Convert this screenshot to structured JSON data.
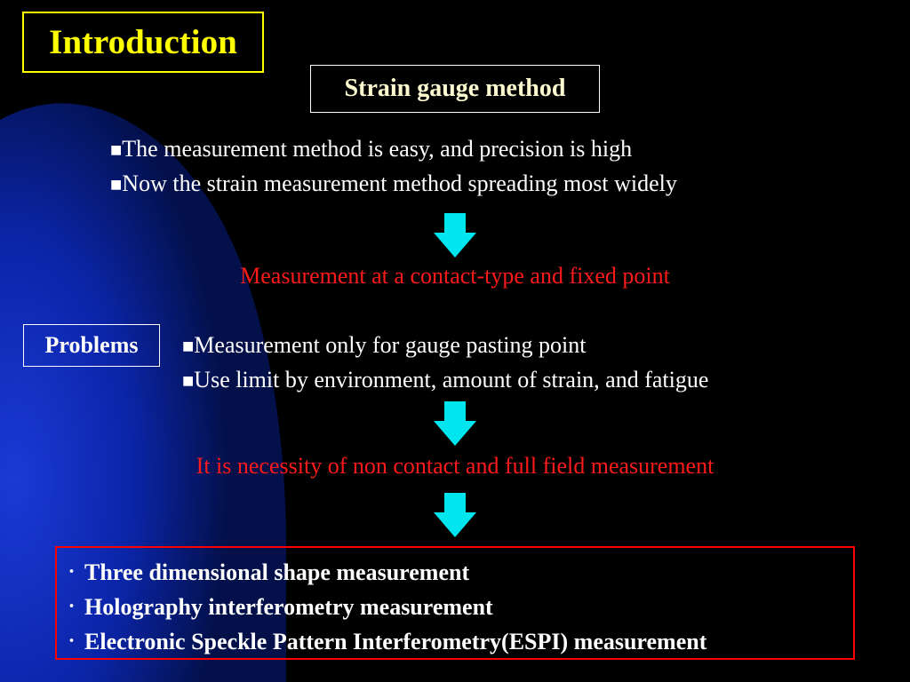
{
  "title": "Introduction",
  "method_label": "Strain gauge method",
  "bullet_marker": "■",
  "advantages": [
    "The measurement method is easy, and precision is high",
    "Now the strain measurement method spreading most widely"
  ],
  "conclusion_1": "Measurement at a contact-type and fixed point",
  "problems_label": "Problems",
  "problems": [
    "Measurement only for gauge pasting point",
    "Use limit by environment, amount of strain, and fatigue"
  ],
  "conclusion_2": "It is necessity of non contact and full field measurement",
  "result_marker": "･",
  "methods": [
    "Three dimensional shape measurement",
    "Holography interferometry measurement",
    "Electronic Speckle Pattern Interferometry(ESPI) measurement"
  ],
  "colors": {
    "background": "#000000",
    "title": "#ffff00",
    "arrow": "#00e5ee",
    "emphasis": "#ff1a1a",
    "box_border": "#ff0000",
    "gradient_start": "#1a3ad6",
    "gradient_end": "#000000"
  },
  "icons": {
    "arrow": "down-arrow-icon",
    "bullet": "square-bullet-icon"
  }
}
